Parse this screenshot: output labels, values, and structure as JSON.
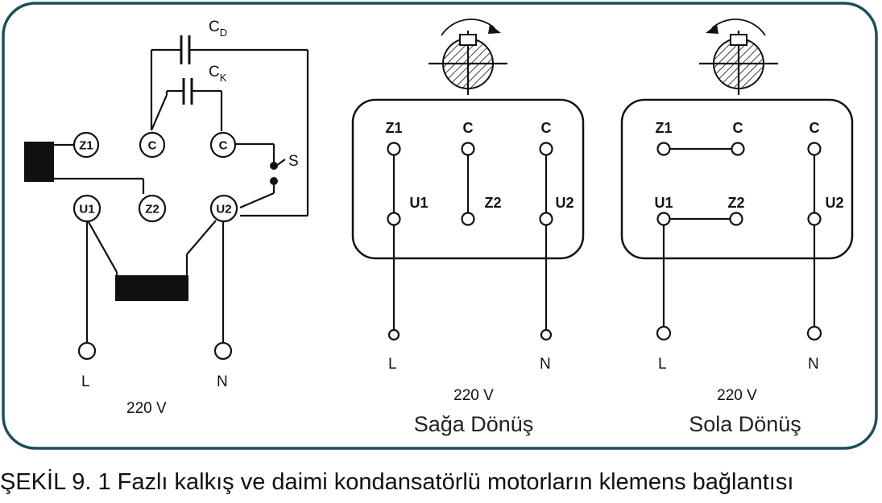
{
  "caption": "ŞEKİL 9. 1 Fazlı kalkış ve daimi kondansatörlü motorların klemens bağlantısı",
  "frame_color": "#1d4e5c",
  "left_diagram": {
    "capacitor_d": {
      "main": "C",
      "sub": "D"
    },
    "capacitor_k": {
      "main": "C",
      "sub": "K"
    },
    "switch_label": "S",
    "terminals": {
      "z1": "Z1",
      "z2": "Z2",
      "u1": "U1",
      "u2": "U2",
      "c1": "C",
      "c2": "C"
    },
    "line_l": "L",
    "line_n": "N",
    "voltage": "220 V"
  },
  "right_rotation": {
    "top_labels": [
      "Z1",
      "C",
      "C"
    ],
    "bottom_labels": [
      "U1",
      "Z2",
      "U2"
    ],
    "line_l": "L",
    "line_n": "N",
    "voltage": "220 V",
    "direction": "Sağa Dönüş"
  },
  "left_rotation": {
    "top_labels": [
      "Z1",
      "C",
      "C"
    ],
    "bottom_labels": [
      "U1",
      "Z2",
      "U2"
    ],
    "line_l": "L",
    "line_n": "N",
    "voltage": "220 V",
    "direction": "Sola Dönüş"
  }
}
